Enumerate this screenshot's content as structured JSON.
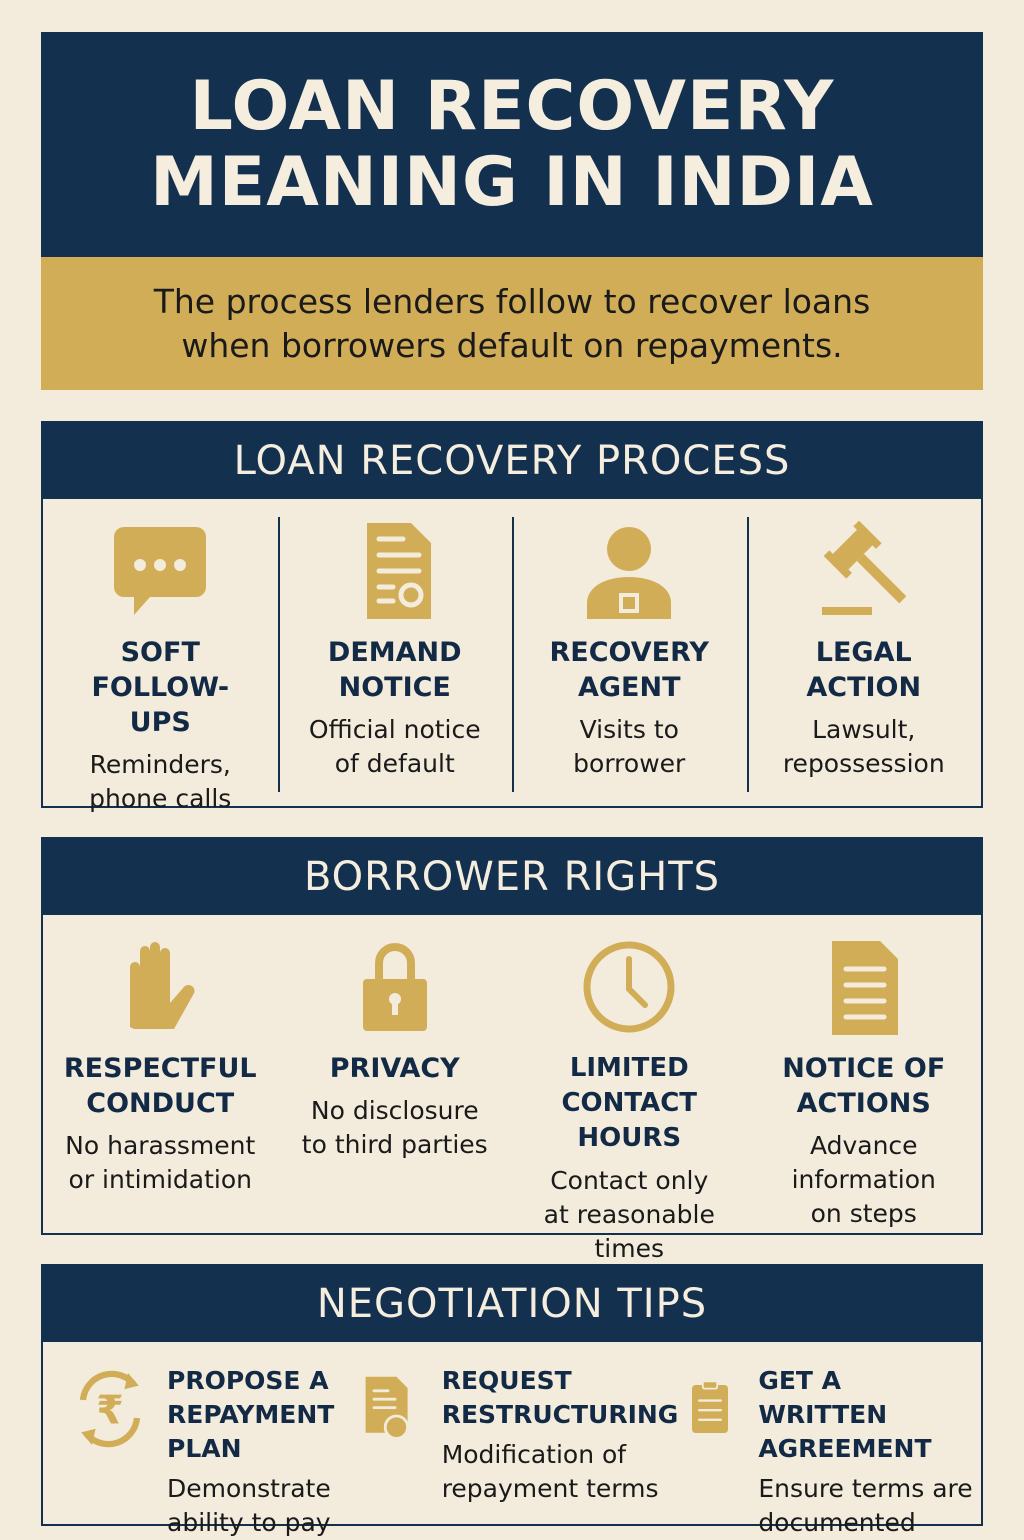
{
  "title": "LOAN RECOVERY MEANING IN INDIA",
  "subtitle": "The process lenders follow to recover loans when borrowers default on repayments.",
  "colors": {
    "navy": "#14304f",
    "gold": "#d1ad57",
    "background": "#f3ecdc"
  },
  "process": {
    "heading": "LOAN RECOVERY PROCESS",
    "items": [
      {
        "icon": "chat-bubble-icon",
        "title": "SOFT FOLLOW-UPS",
        "desc": "Reminders, phone calls"
      },
      {
        "icon": "certificate-document-icon",
        "title": "DEMAND NOTICE",
        "desc": "Official notice of default"
      },
      {
        "icon": "agent-person-icon",
        "title": "RECOVERY AGENT",
        "desc": "Visits to borrower"
      },
      {
        "icon": "gavel-icon",
        "title": "LEGAL ACTION",
        "desc": "Lawsult, repossession"
      }
    ]
  },
  "rights": {
    "heading": "BORROWER RIGHTS",
    "items": [
      {
        "icon": "hand-stop-icon",
        "title": "RESPECTFUL CONDUCT",
        "desc": "No harassment or intimidation"
      },
      {
        "icon": "padlock-icon",
        "title": "PRIVACY",
        "desc": "No disclosure to third parties"
      },
      {
        "icon": "clock-icon",
        "title": "LIMITED CONTACT HOURS",
        "desc": "Contact only at reasonable times"
      },
      {
        "icon": "document-icon",
        "title": "NOTICE OF ACTIONS",
        "desc": "Advance information on steps"
      }
    ]
  },
  "tips": {
    "heading": "NEGOTIATION TIPS",
    "items": [
      {
        "icon": "rupee-cycle-icon",
        "title": "PROPOSE A REPAYMENT PLAN",
        "desc": "Demonstrate ability to pay"
      },
      {
        "icon": "document-coin-icon",
        "title": "REQUEST RESTRUCTURING",
        "desc": "Modification of repayment terms"
      },
      {
        "icon": "clipboard-icon",
        "title": "GET A WRITTEN AGREEMENT",
        "desc": "Ensure terms are documented"
      }
    ]
  }
}
